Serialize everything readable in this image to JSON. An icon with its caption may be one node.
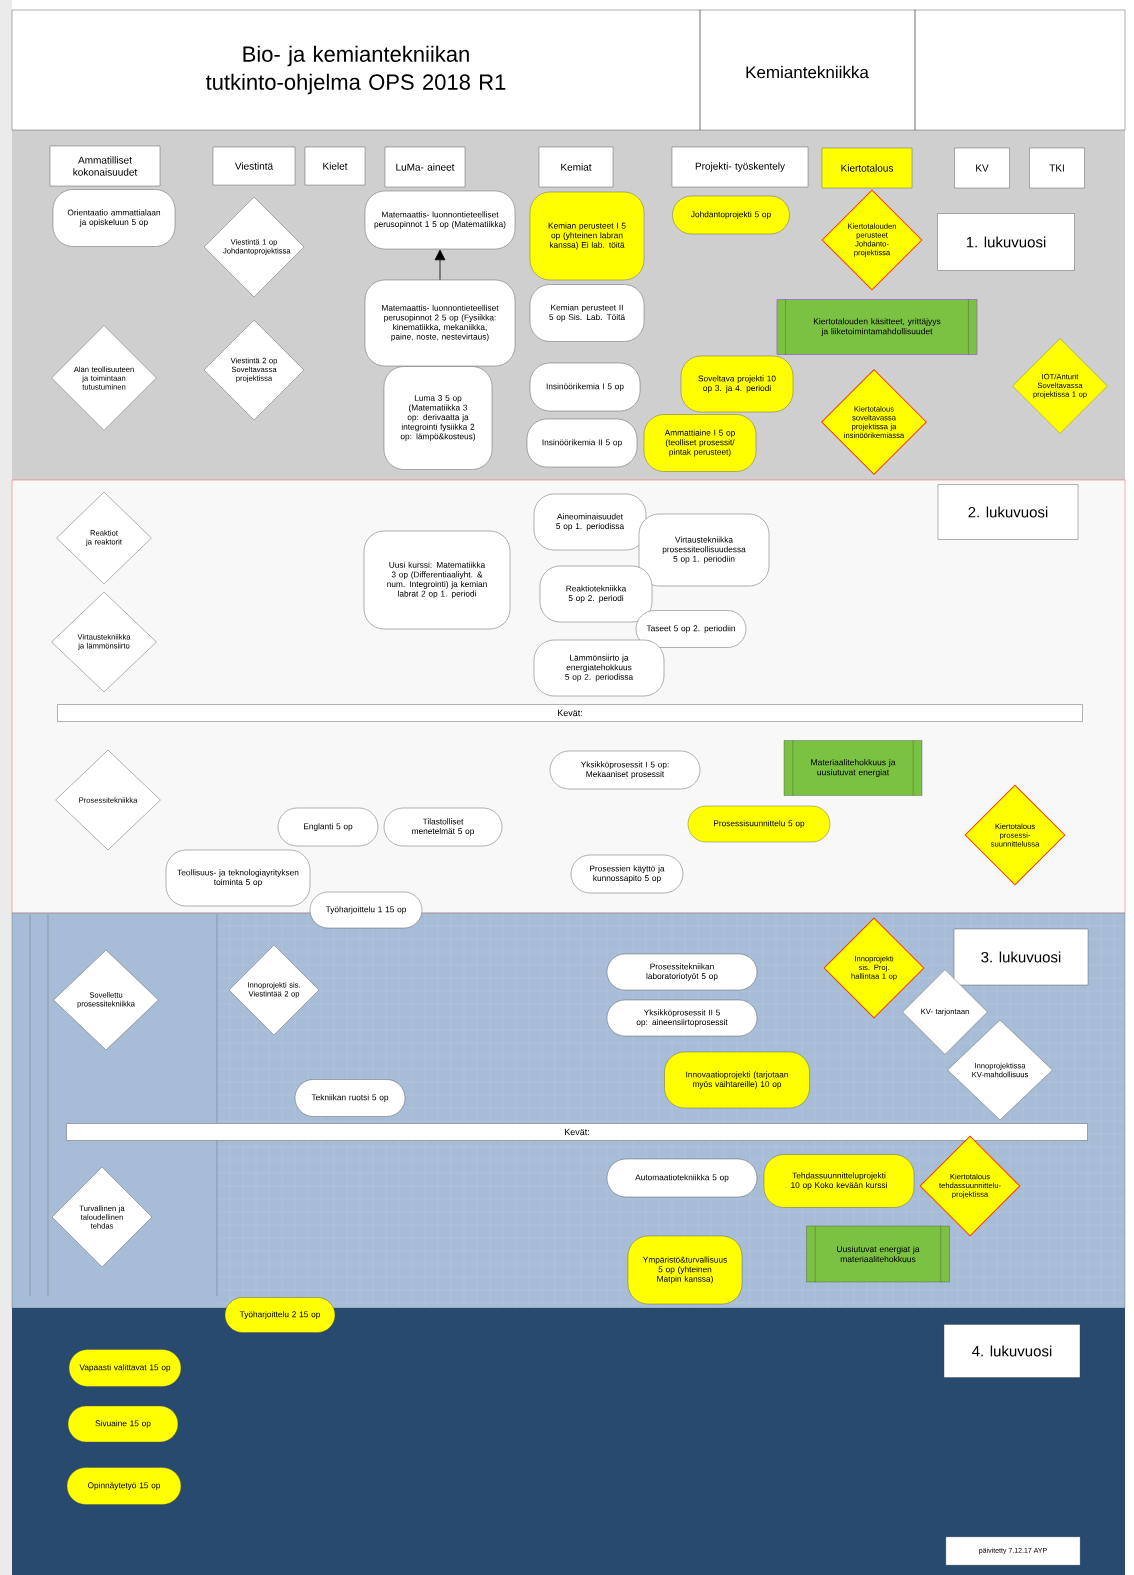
{
  "diagram": {
    "title": "Bio- ja kemiantekniikan tutkinto-ohjelma OPS 2018 R1",
    "nodes": [
      {
        "text": [
          "Ammatilliset kokonaisuudet"
        ]
      },
      {
        "text": [
          "Viestintä"
        ]
      },
      {
        "text": [
          "Kielet"
        ]
      },
      {
        "text": [
          "LuMa- aineet"
        ]
      },
      {
        "text": [
          "Kemiat"
        ]
      },
      {
        "text": [
          "Projekti- työskentely"
        ]
      },
      {
        "text": [
          "Kiertotalous"
        ]
      },
      {
        "text": [
          "KV"
        ]
      },
      {
        "text": [
          "TKI"
        ]
      },
      {
        "text": [
          "1. lukuvuosi"
        ]
      },
      {
        "text": [
          "Orientaatio ammattialaan ja opiskeluun 5 op"
        ]
      },
      {
        "text": [
          "Viestintä 1 op Johdantoprojektissa"
        ]
      },
      {
        "text": [
          "Alan teollisuuteen ja toimintaan tutustuminen"
        ]
      },
      {
        "text": [
          "Viestintä 2 op Soveltavassa projektissa"
        ]
      },
      {
        "text": [
          "Matemaattis- luonnontieteelliset perusopinnot 1 5 op (Matematiikka)"
        ]
      },
      {
        "text": [
          "Matemaattis- luonnontieteelliset perusopinnot 2 5 op (Fysiikka: kinematiikka, mekaniikka, paine, noste, nestevirtaus)"
        ]
      },
      {
        "text": [
          "Luma 3 5 op (Matematiikka 3 op: derivaatta ja integrointi fysiikka 2 op: lämpö&kosteus)"
        ]
      },
      {
        "text": [
          "Kemian perusteet I 5 op (yhteinen labran kanssa) Ei lab. töitä"
        ]
      },
      {
        "text": [
          "Kemian perusteet II 5 op Sis. Lab. Töitä"
        ]
      },
      {
        "text": [
          "Insinöörikemia I 5 op"
        ]
      },
      {
        "text": [
          "Insinöörikemia II 5 op"
        ]
      },
      {
        "text": [
          "Johdantoprojekti 5 op"
        ]
      },
      {
        "text": [
          "Soveltava projekti 10 op 3. ja 4. periodi"
        ]
      },
      {
        "text": [
          "Ammattiaine I 5 op (teolliset prosessit/ pintak perusteet)"
        ]
      },
      {
        "text": [
          "Kiertotalouden perusteet Johdanto- projektissa"
        ]
      },
      {
        "text": [
          "Kiertotalouden käsitteet, yrittäjyys ja liiketoimintamahdollisuudet"
        ]
      },
      {
        "text": [
          "Kiertotalous soveltavassa projektissa ja insinöörikemiassa"
        ]
      },
      {
        "text": [
          "IOT/Anturit Soveltavassa projektissa 1 op"
        ]
      },
      {
        "text": [
          "2. lukuvuosi"
        ]
      },
      {
        "text": [
          "Reaktiot ja reaktorit"
        ]
      },
      {
        "text": [
          "Virtaustekniikka ja lämmönsiirto"
        ]
      },
      {
        "text": [
          "Uusi kurssi: Matematiikka 3 op (Differentiaaliyht. & num. Integrointi) ja kemian labrat 2 op 1. periodi"
        ]
      },
      {
        "text": [
          "Aineominaisuudet 5 op 1. periodissa"
        ]
      },
      {
        "text": [
          "Virtaustekniikka prosessiteollisuudessa 5 op 1. periodiin"
        ]
      },
      {
        "text": [
          "Reaktiotekniikka 5 op 2. periodi"
        ]
      },
      {
        "text": [
          "Taseet 5 op 2. periodiin"
        ]
      },
      {
        "text": [
          "Lämmönsiirto ja energiatehokkuus 5 op 2. periodissa"
        ]
      },
      {
        "text": [
          "Kevät:"
        ]
      },
      {
        "text": [
          "Yksikköprosessit I 5 op: Mekaaniset prosessit"
        ]
      },
      {
        "text": [
          "Materiaalitehokkuus ja uusiutuvat energiat"
        ]
      },
      {
        "text": [
          "Prosessitekniikka"
        ]
      },
      {
        "text": [
          "Englanti 5 op"
        ]
      },
      {
        "text": [
          "Tilastolliset menetelmät 5 op"
        ]
      },
      {
        "text": [
          "Prosessisuunnittelu 5 op"
        ]
      },
      {
        "text": [
          "Kiertotalous prosessi- suunnittelussa"
        ]
      },
      {
        "text": [
          "Teollisuus- ja teknologiayrityksen toiminta 5 op"
        ]
      },
      {
        "text": [
          "Prosessien käyttö ja kunnossapito 5 op"
        ]
      },
      {
        "text": [
          "Työharjoittelu 1 15 op"
        ]
      },
      {
        "text": [
          "3. lukuvuosi"
        ]
      },
      {
        "text": [
          "Sovellettu prosessitekniikka"
        ]
      },
      {
        "text": [
          "Innoprojekti sis. Viestintää 2 op"
        ]
      },
      {
        "text": [
          "Prosessitekniikan laboratoriotyöt 5 op"
        ]
      },
      {
        "text": [
          "Innoprojekti sis. Proj. hallintaa 1 op"
        ]
      },
      {
        "text": [
          "Yksikköprosessit II 5 op: aineensiirtoprosessit"
        ]
      },
      {
        "text": [
          "KV- tarjontaan"
        ]
      },
      {
        "text": [
          "Innoprojektissa KV-mahdollisuus"
        ]
      },
      {
        "text": [
          "Innovaatioprojekti (tarjotaan myös vaihtareille) 10 op"
        ]
      },
      {
        "text": [
          "Tekniikan ruotsi 5 op"
        ]
      },
      {
        "text": [
          "Kevät:"
        ]
      },
      {
        "text": [
          "Automaatiotekniikka 5 op"
        ]
      },
      {
        "text": [
          "Tehdassuunnitteluprojekti 10 op Koko kevään kurssi"
        ]
      },
      {
        "text": [
          "Kiertotalous tehdassuunnittelu-projektissa"
        ]
      },
      {
        "text": [
          "Turvallinen ja taloudellinen tehdas"
        ]
      },
      {
        "text": [
          "Uusiutuvat energiat ja materiaalitehokkuus"
        ]
      },
      {
        "text": [
          "Ympäristö&turvallisuus 5 op (yhteinen Matpin kanssa)"
        ]
      },
      {
        "text": [
          "Työharjoittelu 2 15 op"
        ]
      },
      {
        "text": [
          "4. lukuvuosi"
        ]
      },
      {
        "text": [
          "Vapaasti valittavat 15 op"
        ]
      },
      {
        "text": [
          "Sivuaine 15 op"
        ]
      },
      {
        "text": [
          "Opinnäytetyö 15 op"
        ]
      },
      {
        "text": [
          "päivitetty 7.12.17 AYP"
        ]
      }
    ],
    "edges": [
      {
        "from": 15,
        "to": 14,
        "arrow": "to"
      }
    ],
    "labels": [
      "Kemiantekniikka"
    ]
  }
}
